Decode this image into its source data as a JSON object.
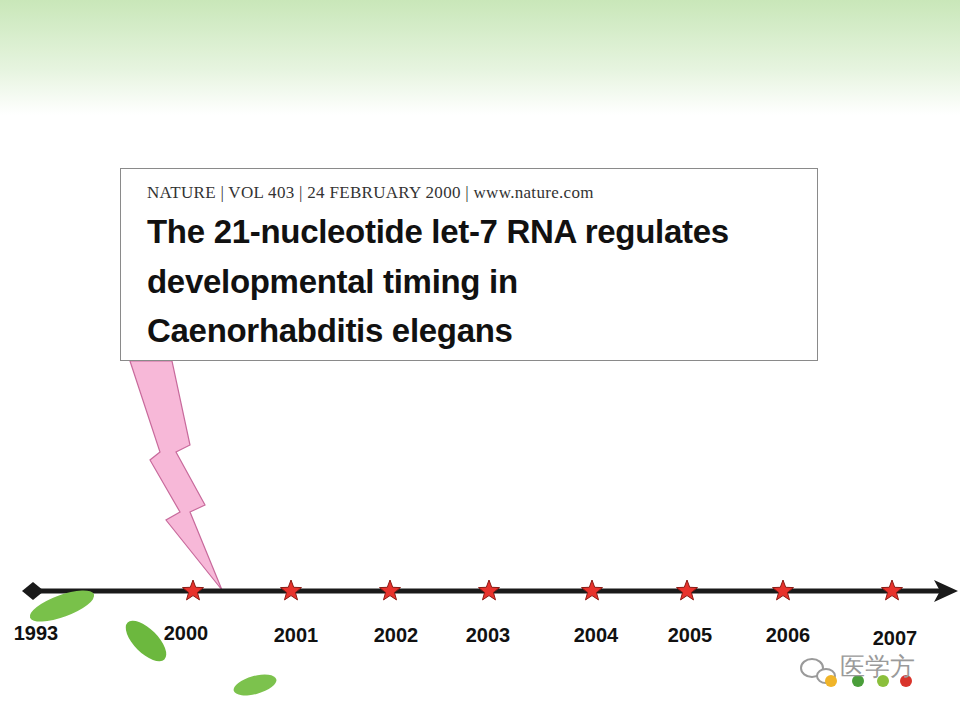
{
  "diagram": {
    "nodes": [
      {
        "text": [
          "NATURE | VOL 403 | 24 FEBRUARY 2000 | www.nature.com",
          "The 21-nucleotide let-7 RNA regulates developmental timing in Caenorhabditis elegans"
        ]
      }
    ],
    "labels": [
      "1993",
      "2000",
      "2001",
      "2002",
      "2003",
      "2004",
      "2005",
      "2006",
      "2007",
      "医学方"
    ]
  }
}
